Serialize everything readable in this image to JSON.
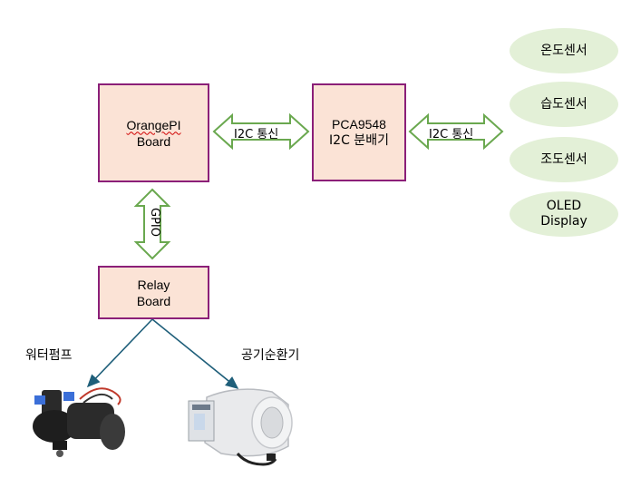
{
  "nodes": {
    "orangepi": {
      "line1": "OrangePI",
      "line2": "Board"
    },
    "pca": {
      "line1": "PCA9548",
      "line2": "I2C 분배기"
    },
    "relay": {
      "line1": "Relay",
      "line2": "Board"
    }
  },
  "sensors": [
    {
      "line1": "온도센서",
      "line2": ""
    },
    {
      "line1": "습도센서",
      "line2": ""
    },
    {
      "line1": "조도센서",
      "line2": ""
    },
    {
      "line1": "OLED",
      "line2": "Display"
    }
  ],
  "connections": {
    "i2c_left": "I2C 통신",
    "i2c_right": "I2C 통신",
    "gpio": "GPIO"
  },
  "devices": {
    "pump": "워터펌프",
    "fan": "공기순환기"
  },
  "colors": {
    "box_fill": "#fbe3d6",
    "box_border": "#8b1f78",
    "ellipse_fill": "#e3f0d7",
    "arrow_stroke": "#6aa84f",
    "line_color": "#1f5f7a"
  }
}
